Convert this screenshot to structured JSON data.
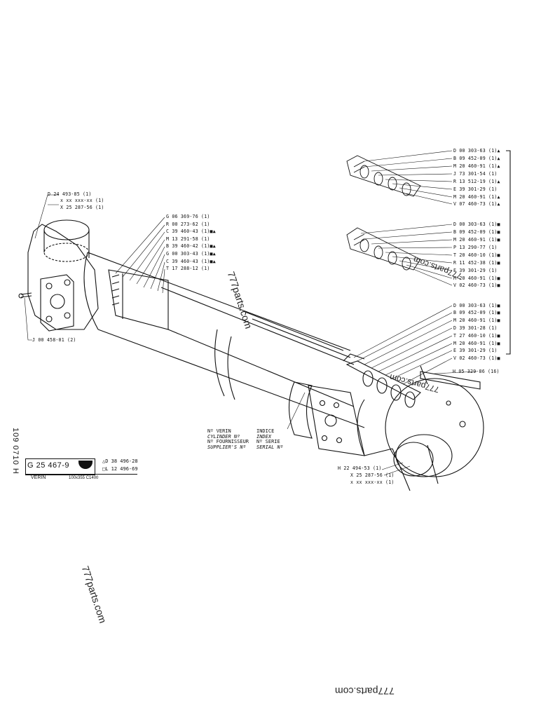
{
  "drawing": {
    "code": "G 25 467-9",
    "refs": [
      "D 38 496-28",
      "L 12 496-69"
    ],
    "name": "VERIN",
    "size": "100x355  C1400",
    "side_code": "109 0710 H"
  },
  "watermarks": [
    "777parts.com",
    "777parts.com",
    "777parts.com",
    "777parts.com",
    "777parts.com"
  ],
  "info_box": {
    "left": [
      "Nº VERIN",
      "CYLINDER Nº",
      "Nº FOURNISSEUR",
      "SUPPLIER'S Nº"
    ],
    "right": [
      "INDICE",
      "INDEX",
      "Nº SERIE",
      "SERIAL Nº"
    ]
  },
  "labels_head": [
    "D 24 493-85 (1)",
    "x  xx xxx-xx (1)",
    "X 25 287-56 (1)"
  ],
  "label_j": "J  00 458-01 (2)",
  "labels_mid": [
    "G 06 369-76 (1)",
    "R 00 273-62 (1)",
    "C 39 460-43 (1)■▲",
    "M 13 291-58 (1)",
    "B 39 460-42 (1)■▲",
    "G 00 303-43 (1)■▲",
    "C 39 460-43 (1)■▲",
    "T 17 288-12 (1)"
  ],
  "group1": [
    "D 00 303-63 (1)▲",
    "B 09 452-09 (1)▲",
    "M 20 460-91 (1)▲",
    "J 73 301-54 (1)",
    "R 13 512-19 (1)▲",
    "E 39 301-29 (1)",
    "M 20 460-91 (1)▲",
    "V 07 460-73 (1)▲"
  ],
  "group2": [
    "D 00 303-63 (1)■",
    "B 09 452-09 (1)■",
    "M 20 460-91 (1)■",
    "P 13 290-77 (1)",
    "T 20 460-10 (1)■",
    "R 11 452-38 (1)■",
    "E 39 301-29 (1)",
    "M 20 460-91 (1)■",
    "V 02 460-73 (1)■"
  ],
  "group3": [
    "D 00 303-63 (1)■",
    "B 09 452-09 (1)■",
    "M 20 460-91 (1)■",
    "D 39 301-28 (1)",
    "T 27 460-10 (1)■",
    "M 20 460-91 (1)■",
    "E 39 301-29 (1)",
    "V 02 460-73 (1)■"
  ],
  "label_h": "H 05 329-86 (16)",
  "labels_rod": [
    "H 22 494-53 (1)",
    "X 25 287-56 (1)",
    "x  xx xxx-xx (1)"
  ]
}
